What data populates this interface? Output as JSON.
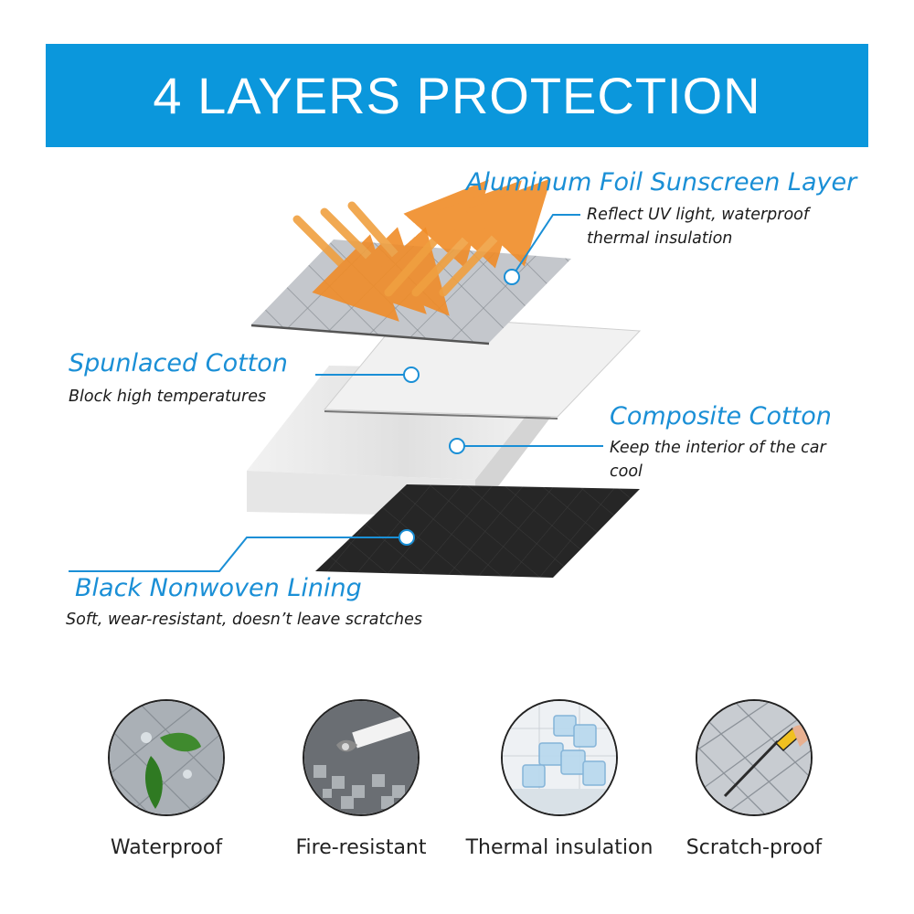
{
  "banner": {
    "title": "4 LAYERS PROTECTION",
    "color": "#0b97dc"
  },
  "layers": [
    {
      "name": "Aluminum Foil Sunscreen Layer",
      "desc": "Reflect UV light, waterproof thermal insulation"
    },
    {
      "name": "Spunlaced Cotton",
      "desc": "Block high temperatures"
    },
    {
      "name": "Composite Cotton",
      "desc": "Keep the interior of the car cool"
    },
    {
      "name": "Black Nonwoven Lining",
      "desc": "Soft, wear-resistant, doesn’t leave scratches"
    }
  ],
  "features": [
    {
      "label": "Waterproof",
      "icon": "leaf-icon"
    },
    {
      "label": "Fire-resistant",
      "icon": "cigarette-icon"
    },
    {
      "label": "Thermal insulation",
      "icon": "ice-cubes-icon"
    },
    {
      "label": "Scratch-proof",
      "icon": "knife-icon"
    }
  ],
  "colors": {
    "accent": "#1a8fd6",
    "arrow": "#f0a040"
  }
}
